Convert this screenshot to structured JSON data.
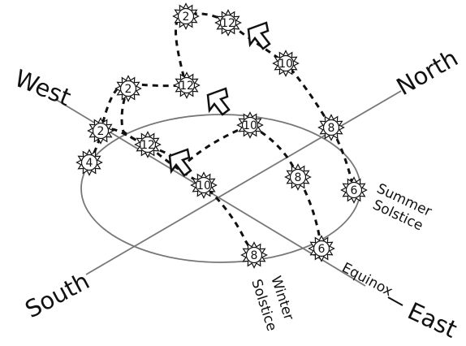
{
  "directions": {
    "west": "West",
    "north": "North",
    "south": "South",
    "east": "East"
  },
  "labels": {
    "equinox": "Equinox",
    "summer_line1": "Summer",
    "summer_line2": "Solstice",
    "winter_line1": "Winter",
    "winter_line2": "Solstice"
  },
  "paths": [
    {
      "name": "summer",
      "suns": [
        {
          "id": "s6",
          "hour": "6"
        },
        {
          "id": "s8",
          "hour": "8"
        },
        {
          "id": "s10",
          "hour": "10"
        },
        {
          "id": "s12",
          "hour": "12"
        },
        {
          "id": "s2",
          "hour": "2"
        },
        {
          "id": "s4",
          "hour": "4"
        }
      ]
    },
    {
      "name": "equinox",
      "suns": [
        {
          "id": "e6",
          "hour": "6"
        },
        {
          "id": "e8",
          "hour": "8"
        },
        {
          "id": "e10",
          "hour": "10"
        },
        {
          "id": "e12",
          "hour": "12"
        },
        {
          "id": "e2",
          "hour": "2"
        }
      ]
    },
    {
      "name": "winter",
      "suns": [
        {
          "id": "w8",
          "hour": "8"
        },
        {
          "id": "w10",
          "hour": "10"
        },
        {
          "id": "w12",
          "hour": "12"
        },
        {
          "id": "w2",
          "hour": "2"
        }
      ]
    }
  ]
}
